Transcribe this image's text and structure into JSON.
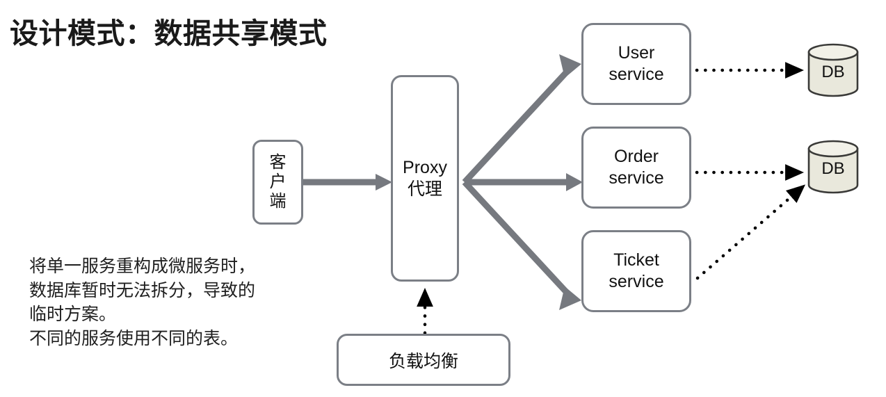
{
  "title": "设计模式：数据共享模式",
  "caption": "将单一服务重构成微服务时，\n数据库暂时无法拆分，导致的\n临时方案。\n不同的服务使用不同的表。",
  "colors": {
    "node_stroke": "#7b7f86",
    "node_fill": "#ffffff",
    "flow_arrow": "#76797f",
    "dotted_arrow": "#000000",
    "db_fill": "#e9e8dc",
    "db_stroke": "#3a3a38",
    "text": "#111111",
    "title_text": "#1a1a1a"
  },
  "nodes": {
    "client": {
      "name": "客户端",
      "lines": [
        "客",
        "户",
        "端"
      ]
    },
    "proxy": {
      "name": "Proxy 代理",
      "lines": [
        "Proxy",
        "代理"
      ]
    },
    "load_balancer": {
      "name": "负载均衡",
      "label": "负载均衡"
    },
    "services": [
      {
        "id": "user",
        "lines": [
          "User",
          "service"
        ],
        "name": "User service"
      },
      {
        "id": "order",
        "lines": [
          "Order",
          "service"
        ],
        "name": "Order service"
      },
      {
        "id": "ticket",
        "lines": [
          "Ticket",
          "service"
        ],
        "name": "Ticket service"
      }
    ],
    "databases": [
      {
        "id": "db-user",
        "label": "DB",
        "name": "DB for user service"
      },
      {
        "id": "db-share",
        "label": "DB",
        "name": "shared DB for order and ticket services"
      }
    ]
  },
  "connections": [
    {
      "from": "client",
      "to": "proxy",
      "style": "solid-thick-arrow"
    },
    {
      "from": "proxy",
      "to": "user-service",
      "style": "solid-thick-arrow"
    },
    {
      "from": "proxy",
      "to": "order-service",
      "style": "solid-thick-arrow"
    },
    {
      "from": "proxy",
      "to": "ticket-service",
      "style": "solid-thick-arrow"
    },
    {
      "from": "load-balancer",
      "to": "proxy",
      "style": "dotted-arrow"
    },
    {
      "from": "user-service",
      "to": "db-user",
      "style": "dotted-arrow"
    },
    {
      "from": "order-service",
      "to": "db-share",
      "style": "dotted-arrow"
    },
    {
      "from": "ticket-service",
      "to": "db-share",
      "style": "dotted-arrow"
    }
  ]
}
